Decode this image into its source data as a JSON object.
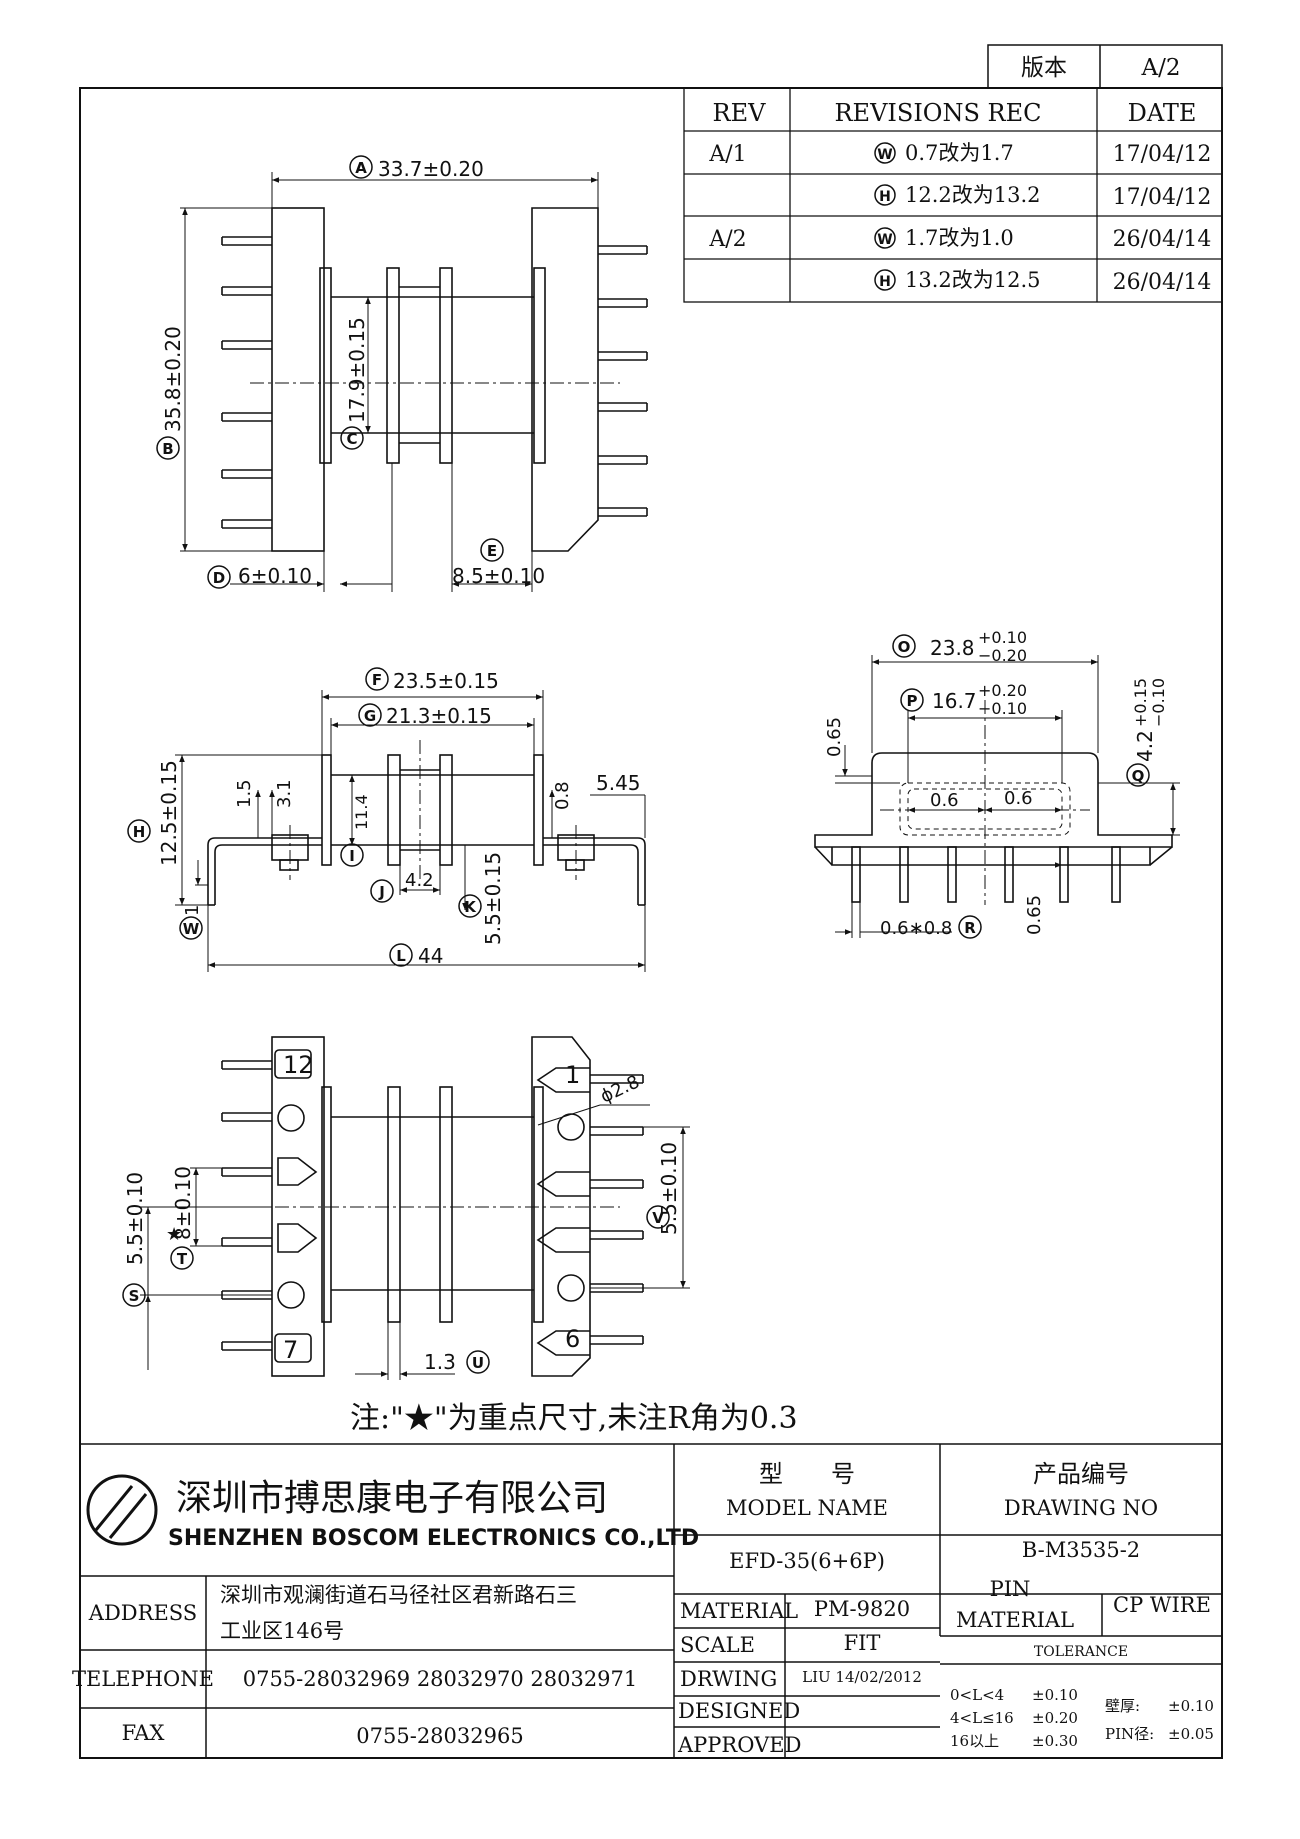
{
  "version_box": {
    "label": "版本",
    "value": "A/2"
  },
  "revisions": {
    "headers": [
      "REV",
      "REVISIONS REC",
      "DATE"
    ],
    "rows": [
      {
        "rev": "A/1",
        "mark": "W",
        "text": "0.7改为1.7",
        "date": "17/04/12"
      },
      {
        "rev": "",
        "mark": "H",
        "text": "12.2改为13.2",
        "date": "17/04/12"
      },
      {
        "rev": "A/2",
        "mark": "W",
        "text": "1.7改为1.0",
        "date": "26/04/14"
      },
      {
        "rev": "",
        "mark": "H",
        "text": "13.2改为12.5",
        "date": "26/04/14"
      }
    ]
  },
  "dims": {
    "A": "33.7±0.20",
    "B": "35.8±0.20",
    "C": "17.9±0.15",
    "D": "6±0.10",
    "E": "8.5±0.10",
    "F": "23.5±0.15",
    "G": "21.3±0.15",
    "H": "12.5±0.15",
    "I": "11.4",
    "J": "4.2",
    "K": "5.5±0.15",
    "L": "44",
    "W": "1",
    "d15": "1.5",
    "d31": "3.1",
    "d08": "0.8",
    "d545": "5.45",
    "O_base": "23.8",
    "O_plus": "+0.10",
    "O_minus": "−0.20",
    "P_base": "16.7",
    "P_plus": "+0.20",
    "P_minus": "−0.10",
    "Q_base": "4.2",
    "Q_plus": "+0.15",
    "Q_minus": "−0.10",
    "d065a": "0.65",
    "d06a": "0.6",
    "d06b": "0.6",
    "R": "0.6∗0.8",
    "d065b": "0.65",
    "S": "5.5±0.10",
    "T": "8±0.10",
    "U": "1.3",
    "V": "5.5±0.10",
    "phi": "ϕ2.8"
  },
  "pin_numbers": {
    "p12": "12",
    "p7": "7",
    "p1": "1",
    "p6": "6"
  },
  "note": "注:\"★\"为重点尺寸,未注R角为0.3",
  "company": {
    "name_cn": "深圳市搏思康电子有限公司",
    "name_en": "SHENZHEN BOSCOM ELECTRONICS CO.,LTD"
  },
  "title_block": {
    "model_cn": "型　　号",
    "model_en": "MODEL NAME",
    "model_value": "EFD-35(6+6P)",
    "drawing_cn": "产品编号",
    "drawing_en": "DRAWING NO",
    "drawing_value": "B-M3535-2",
    "address_label": "ADDRESS",
    "address_line1": "深圳市观澜街道石马径社区君新路石三",
    "address_line2": "工业区146号",
    "telephone_label": "TELEPHONE",
    "telephone_value": "0755-28032969 28032970 28032971",
    "fax_label": "FAX",
    "fax_value": "0755-28032965",
    "material_label": "MATERIAL",
    "material_value": "PM-9820",
    "scale_label": "SCALE",
    "scale_value": "FIT",
    "drawing_label": "DRWING",
    "drawing_value2": "LIU 14/02/2012",
    "designed_label": "DESIGNED",
    "approved_label": "APPROVED",
    "pin_material_1": "PIN",
    "pin_material_2": "MATERIAL",
    "pin_material_value": "CP WIRE",
    "tolerance_label": "TOLERANCE",
    "tol1_range": "0<L<4",
    "tol1_val": "±0.10",
    "tol2_range": "4<L≤16",
    "tol2_val": "±0.20",
    "tol3_range": "16以上",
    "tol3_val": "±0.30",
    "wall_label": "壁厚:",
    "wall_val": "±0.10",
    "pin_label": "PIN径:",
    "pin_val": "±0.05"
  }
}
